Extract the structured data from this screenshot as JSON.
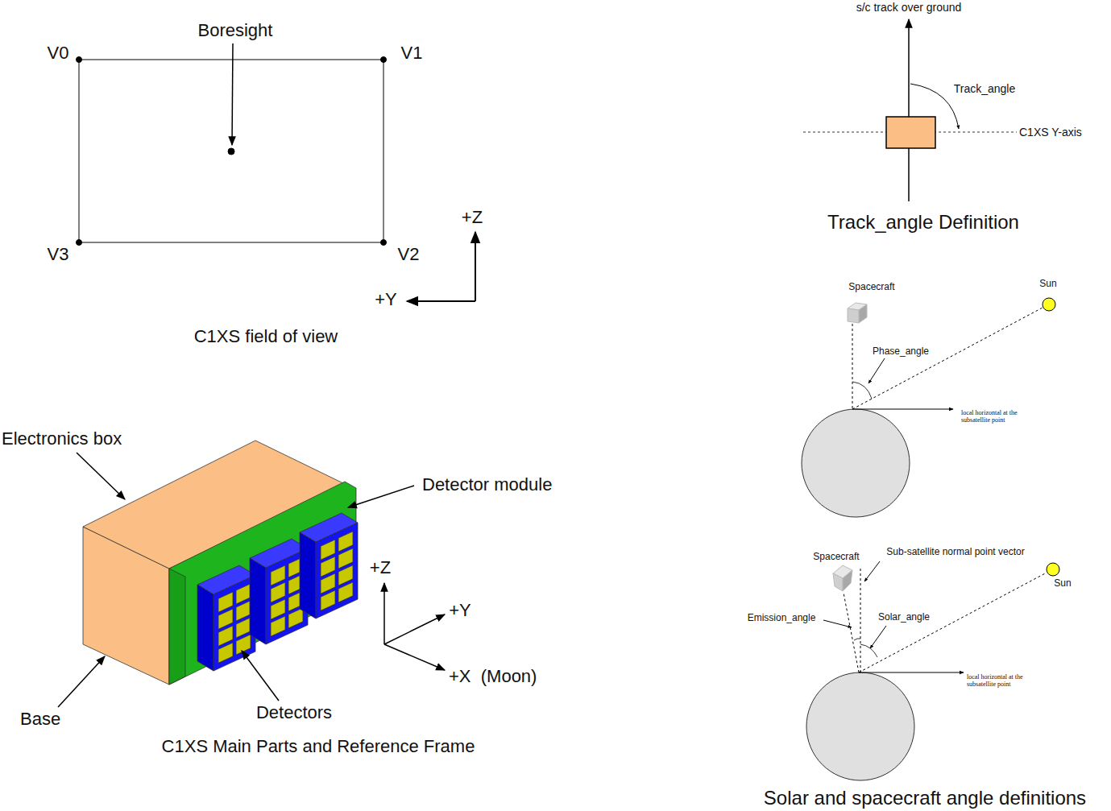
{
  "diagram": {
    "labels": [
      "Boresight",
      "V0",
      "V1",
      "V3",
      "V2",
      "+Z",
      "+Y",
      "C1XS field of view",
      "Electronics box",
      "Detector module",
      "+Z",
      "+Y",
      "+X  (Moon)",
      "Base",
      "Detectors",
      "C1XS Main Parts and Reference Frame",
      "s/c track over ground",
      "Track_angle",
      "C1XS Y-axis",
      "Track_angle Definition",
      "Spacecraft",
      "Sun",
      "Phase_angle",
      "local horizontal at the subsatellite point",
      "Spacecraft",
      "Sub-satellite normal point vector",
      "Sun",
      "Emission_angle",
      "Solar_angle",
      "local horizontal at the subsatellite point",
      "Solar and spacecraft angle definitions"
    ]
  }
}
